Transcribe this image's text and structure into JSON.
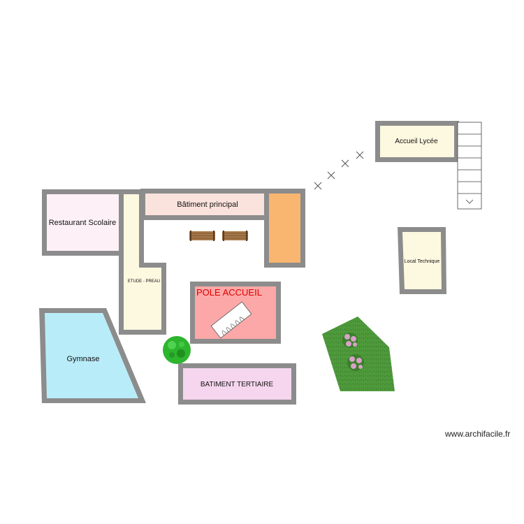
{
  "rooms": {
    "restaurant": {
      "label": "Restaurant Scolaire",
      "fill": "#fdf1f7"
    },
    "etude": {
      "label": "ETUDE - PREAU",
      "fill": "#fdf8e0"
    },
    "principal": {
      "label": "Bâtiment principal",
      "fill": "#fbe3dd"
    },
    "orange_block": {
      "fill": "#f9b670"
    },
    "pole_accueil": {
      "label": "POLE ACCUEIL",
      "fill": "#fca8a8",
      "label_color": "#e00000"
    },
    "gymnase": {
      "label": "Gymnase",
      "fill": "#b9ecf9"
    },
    "tertiaire": {
      "label": "BATIMENT TERTIAIRE",
      "fill": "#f6d6ee"
    },
    "accueil_lycee": {
      "label": "Accueil Lycée",
      "fill": "#fdf8e0"
    },
    "local_technique": {
      "label": "Local Technique",
      "fill": "#fdf8e0"
    }
  },
  "colors": {
    "wall": "#8c8c8c",
    "lawn": "#4f9a3b",
    "shrub": "#2db52d",
    "bench": "#a8794a",
    "flowers": "#d9a1c9"
  },
  "symbols": {
    "stairs": "stairs-icon",
    "benches": "bench-icon",
    "shrub": "shrub-icon",
    "flower_bed": "flower-icon",
    "fence_markers": "x-marker-icon"
  },
  "watermark": "www.archifacile.fr"
}
